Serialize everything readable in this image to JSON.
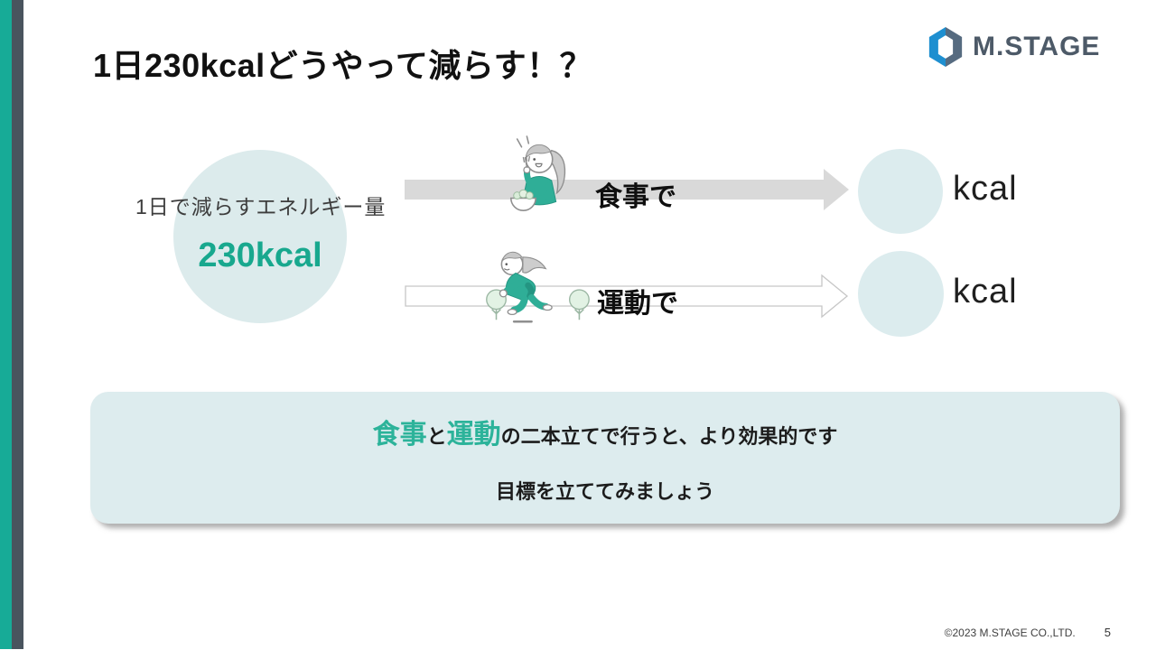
{
  "slide": {
    "title": "1日230kcalどうやって減らす！？",
    "footer": "©2023 M.STAGE CO.,LTD.",
    "page_number": "5"
  },
  "logo": {
    "text": "M.STAGE",
    "icon": "hexagon-logo"
  },
  "energy": {
    "label": "1日で減らすエネルギー量",
    "value": "230kcal"
  },
  "rows": [
    {
      "label": "食事で",
      "unit": "kcal",
      "illustration": "woman-eating",
      "arrow_style": "filled-gray"
    },
    {
      "label": "運動で",
      "unit": "kcal",
      "illustration": "woman-running",
      "arrow_style": "white-outline"
    }
  ],
  "message": {
    "line1": [
      {
        "text": "食事",
        "style": "accent"
      },
      {
        "text": "と",
        "style": "normal"
      },
      {
        "text": "運動",
        "style": "accent"
      },
      {
        "text": "の二本立てで行うと、より効果的です",
        "style": "normal"
      }
    ],
    "line2": "目標を立ててみましょう"
  },
  "colors": {
    "accent_teal": "#18a88e",
    "message_accent_teal": "#2cb39a",
    "sidebar_teal": "#17ab97",
    "sidebar_slate": "#49545e",
    "pale_circle": "#dcebec",
    "message_box": "#ddecee",
    "arrow_gray": "#d9d9d9",
    "logo_blue": "#1e8fd0",
    "logo_slate": "#566b80"
  }
}
